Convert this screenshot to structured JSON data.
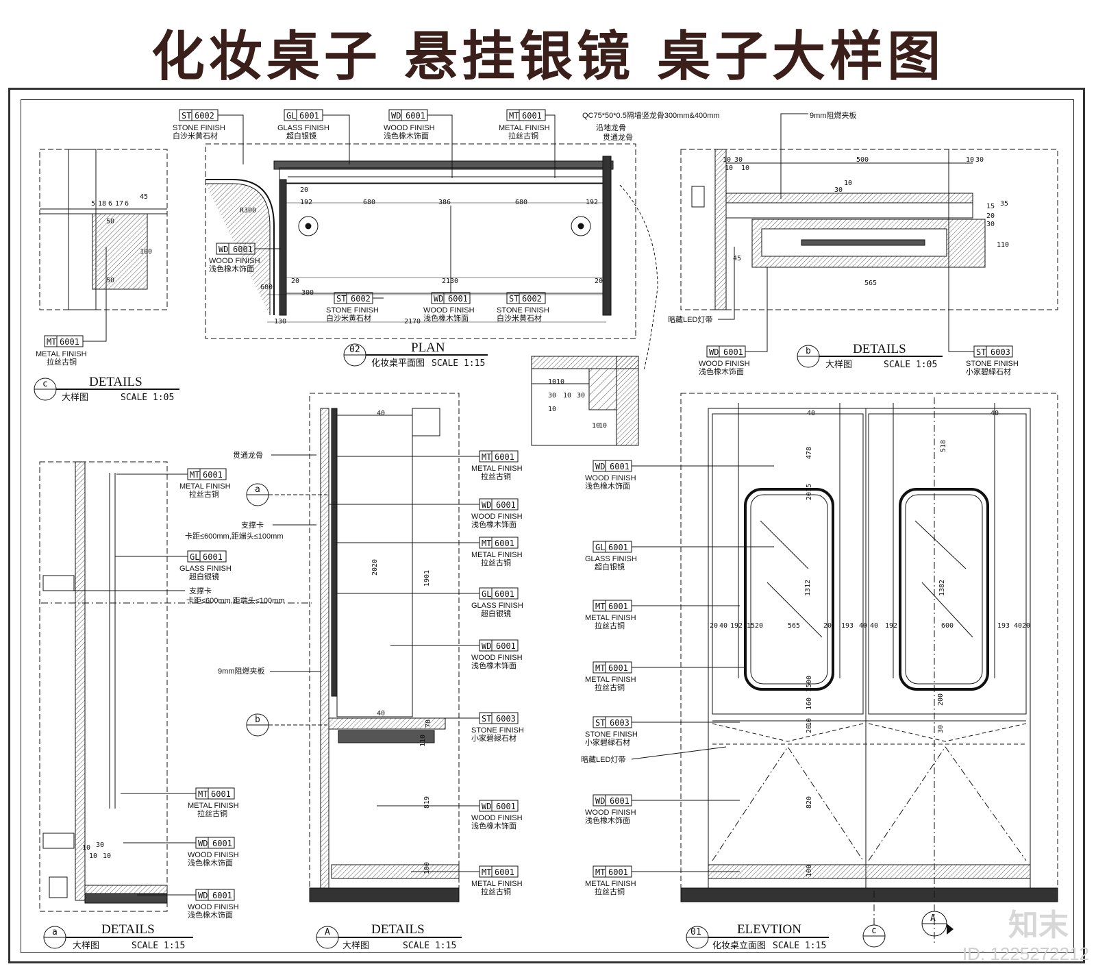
{
  "title": "化妆桌子 悬挂银镜 桌子大样图",
  "watermark": {
    "logo": "知末",
    "id": "ID: 1225272212"
  },
  "materials": {
    "ST6002": {
      "code": "ST",
      "num": "6002",
      "name": "STONE FINISH",
      "cn": "白沙米黄石材"
    },
    "GL6001": {
      "code": "GL",
      "num": "6001",
      "name": "GLASS FINISH",
      "cn": "超白银镜"
    },
    "WD6001": {
      "code": "WD",
      "num": "6001",
      "name": "WOOD FINISH",
      "cn": "浅色橡木饰面"
    },
    "MT6001": {
      "code": "MT",
      "num": "6001",
      "name": "METAL FINISH",
      "cn": "拉丝古铜"
    },
    "ST6003": {
      "code": "ST",
      "num": "6003",
      "name": "STONE FINISH",
      "cn": "小家碧緑石材"
    }
  },
  "notes": {
    "keel": "QC75*50*0.5隔墙竖龙骨300mm&400mm",
    "floor_keel": "沿地龙骨",
    "through_keel": "贯通龙骨",
    "board": "9mm阻燃夹板",
    "led": "暗藏LED灯带",
    "bracket": "支撑卡",
    "bracket_spec": "卡距≤600mm,距端头≤100mm"
  },
  "views": {
    "plan": {
      "num": "02",
      "title": "PLAN",
      "sub": "化妆桌平面图",
      "scale": "SCALE 1:15"
    },
    "detail_b": {
      "num": "b",
      "title": "DETAILS",
      "sub": "大样图",
      "scale": "SCALE 1:05"
    },
    "detail_c": {
      "num": "c",
      "title": "DETAILS",
      "sub": "大样图",
      "scale": "SCALE 1:05"
    },
    "detail_a": {
      "num": "a",
      "title": "DETAILS",
      "sub": "大样图",
      "scale": "SCALE 1:15"
    },
    "detail_A": {
      "num": "A",
      "title": "DETAILS",
      "sub": "大样图",
      "scale": "SCALE 1:15"
    },
    "elevation": {
      "num": "01",
      "title": "ELEVTION",
      "sub": "化妆桌立面图",
      "scale": "SCALE 1:15"
    }
  },
  "dims": {
    "plan": [
      "192",
      "680",
      "386",
      "680",
      "192",
      "2130",
      "20",
      "20",
      "600",
      "300",
      "130",
      "2170",
      "R300",
      "20"
    ],
    "detail_b": [
      "10",
      "30",
      "10",
      "10",
      "500",
      "10",
      "30",
      "30",
      "10",
      "15",
      "35",
      "20",
      "30",
      "110",
      "565",
      "45"
    ],
    "detail_c": [
      "5",
      "18",
      "6",
      "17",
      "6",
      "45",
      "50",
      "100",
      "50"
    ],
    "joint": [
      "10",
      "10",
      "30",
      "30",
      "10",
      "10",
      "10",
      "10"
    ],
    "section_A": [
      "40",
      "2020",
      "1901",
      "40",
      "110",
      "70",
      "819",
      "100"
    ],
    "detail_a": [
      "10",
      "30",
      "10",
      "10"
    ],
    "elevation": [
      "40",
      "478",
      "40",
      "2015",
      "1312",
      "1382",
      "518",
      "20",
      "40",
      "192",
      "15",
      "20",
      "565",
      "20",
      "193",
      "40",
      "40",
      "192",
      "600",
      "193",
      "40",
      "20",
      "160",
      "1500",
      "20",
      "10",
      "30",
      "200",
      "820",
      "100"
    ]
  }
}
